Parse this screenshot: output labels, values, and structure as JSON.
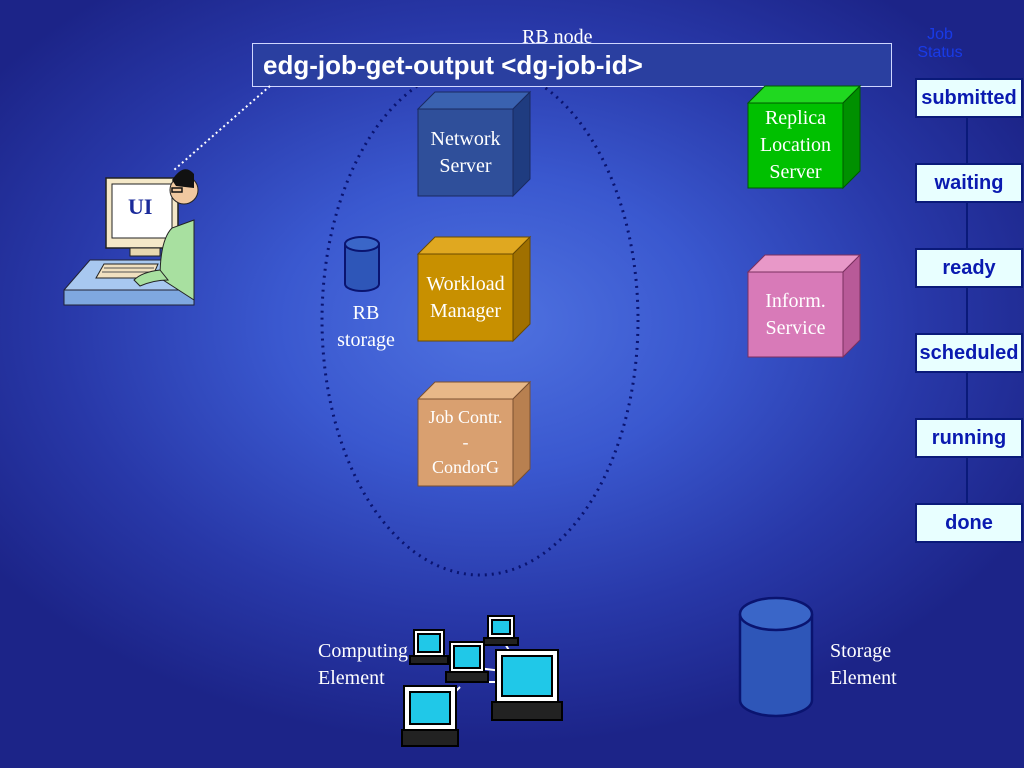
{
  "command": "edg-job-get-output <dg-job-id>",
  "rb_node_label": "RB node",
  "job_status_label": "Job\nStatus",
  "ui_label": "UI",
  "rb_storage_label": "RB\nstorage",
  "network_server": "Network\nServer",
  "workload_manager": "Workload\nManager",
  "job_controller": "Job Contr.\n-\nCondorG",
  "replica_location_server": "Replica\nLocation\nServer",
  "information_service": "Inform.\nService",
  "computing_element": "Computing\nElement",
  "storage_element": "Storage\nElement",
  "status_list": [
    "submitted",
    "waiting",
    "ready",
    "scheduled",
    "running",
    "done"
  ],
  "colors": {
    "network_server": "#2f4f9a",
    "workload_manager": "#c89000",
    "job_controller": "#d9a070",
    "replica_location_server": "#00c000",
    "information_service": "#d87ab8",
    "status_box_bg": "#e8ffff",
    "status_text": "#0a1ab0"
  }
}
